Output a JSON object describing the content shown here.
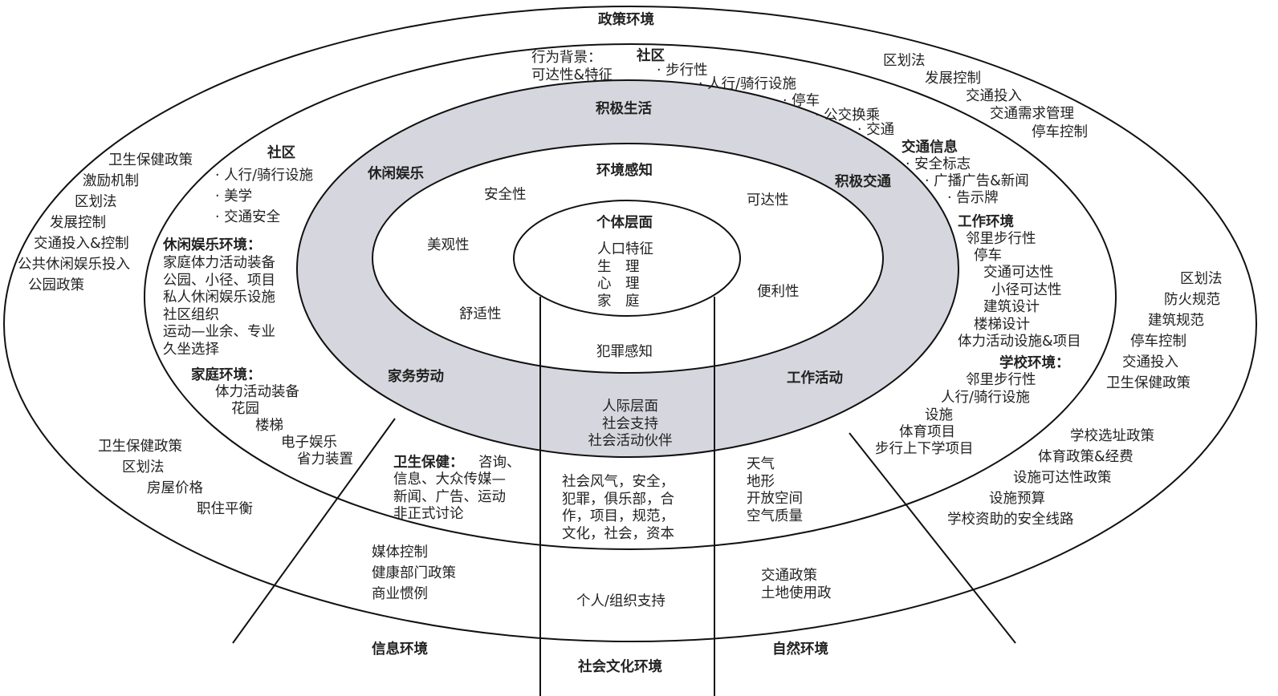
{
  "diagram": {
    "title": "政策环境",
    "colors": {
      "ring_fill": "#d6d6de",
      "line": "#111111"
    },
    "layers": {
      "policy": "政策环境",
      "behavior_settings": "行为背景：可达性&特征",
      "active_living": "积极生活",
      "perception": "环境感知",
      "individual": "个体层面"
    },
    "blocks": {
      "policy_title": [
        "政策环境"
      ],
      "behavior_setting": [
        "行为背景：",
        "可达性&特征"
      ],
      "community_top_title": [
        "社区"
      ],
      "community_top_1": [
        "· 步行性"
      ],
      "community_top_2": [
        "· 人行/骑行设施"
      ],
      "community_top_3": [
        "· 停车"
      ],
      "community_top_4": [
        "· 公交换乘"
      ],
      "community_top_5": [
        "· 交通"
      ],
      "active_living": [
        "积极生活"
      ],
      "policy_right_top_1": [
        "区划法"
      ],
      "policy_right_top_2": [
        "发展控制"
      ],
      "policy_right_top_3": [
        "交通投入"
      ],
      "policy_right_top_4": [
        "交通需求管理"
      ],
      "policy_right_top_5": [
        "停车控制"
      ],
      "traffic_info_title": [
        "交通信息"
      ],
      "traffic_info_1": [
        "· 安全标志"
      ],
      "traffic_info_2": [
        "· 广播广告&新闻"
      ],
      "traffic_info_3": [
        "· 告示牌"
      ],
      "work_env_title": [
        "工作环境"
      ],
      "work_env_1": [
        "邻里步行性"
      ],
      "work_env_2": [
        "停车"
      ],
      "work_env_3": [
        "交通可达性"
      ],
      "work_env_4": [
        "小径可达性"
      ],
      "work_env_5": [
        "建筑设计"
      ],
      "work_env_6": [
        "楼梯设计"
      ],
      "work_env_7": [
        "体力活动设施&项目"
      ],
      "school_env_title": [
        "学校环境："
      ],
      "school_env_1": [
        "邻里步行性"
      ],
      "school_env_2": [
        "人行/骑行设施"
      ],
      "school_env_3": [
        "设施"
      ],
      "school_env_4": [
        "体育项目"
      ],
      "school_env_5": [
        "步行上下学项目"
      ],
      "policy_right_1": [
        "区划法"
      ],
      "policy_right_2": [
        "防火规范"
      ],
      "policy_right_3": [
        "建筑规范"
      ],
      "policy_right_4": [
        "停车控制"
      ],
      "policy_right_5": [
        "交通投入"
      ],
      "policy_right_6": [
        "卫生保健政策"
      ],
      "school_policy_1": [
        "学校选址政策"
      ],
      "school_policy_2": [
        "体育政策&经费"
      ],
      "school_policy_3": [
        "设施可达性政策"
      ],
      "school_policy_4": [
        "设施预算"
      ],
      "school_policy_5": [
        "学校资助的安全线路"
      ],
      "natural_policy": [
        "交通政策",
        "土地使用政"
      ],
      "natural_items": [
        "天气",
        "地形",
        "开放空间",
        "空气质量"
      ],
      "natural_env": [
        "自然环境"
      ],
      "sociocultural_env": [
        "社会文化环境"
      ],
      "org_support": [
        "个人/组织支持"
      ],
      "social_items": [
        "社会风气，安全，",
        "犯罪，俱乐部，合",
        "作，项目，规范，",
        "文化，社会，资本"
      ],
      "interpersonal": [
        "人际层面",
        "社会支持",
        "社会活动伙伴"
      ],
      "crime_perception": [
        "犯罪感知"
      ],
      "work_activity": [
        "工作活动"
      ],
      "household_work": [
        "家务劳动"
      ],
      "comfort": [
        "舒适性"
      ],
      "aesthetics": [
        "美观性"
      ],
      "safety": [
        "安全性"
      ],
      "perception_title": [
        "环境感知"
      ],
      "accessibility": [
        "可达性"
      ],
      "convenience": [
        "便利性"
      ],
      "active_transport": [
        "积极交通"
      ],
      "recreation": [
        "休闲娱乐"
      ],
      "individual_title": [
        "个体层面"
      ],
      "individual_items": [
        "人口特征",
        "生　理",
        "心　理",
        "家　庭"
      ],
      "policy_left_1": [
        "卫生保健政策"
      ],
      "policy_left_2": [
        "激励机制"
      ],
      "policy_left_3": [
        "区划法"
      ],
      "policy_left_4": [
        "发展控制"
      ],
      "policy_left_5": [
        "交通投入&控制"
      ],
      "policy_left_6": [
        "公共休闲娱乐投入"
      ],
      "policy_left_7": [
        "公园政策"
      ],
      "community_left_title": [
        "社区"
      ],
      "community_left_items": [
        "· 人行/骑行设施",
        "· 美学",
        "· 交通安全"
      ],
      "rec_env_title": [
        "休闲娱乐环境："
      ],
      "rec_env_items": [
        "家庭体力活动装备",
        "公园、小径、项目",
        "私人休闲娱乐设施",
        "社区组织",
        "运动—业余、专业",
        "久坐选择"
      ],
      "home_env_title": [
        "家庭环境："
      ],
      "home_env_1": [
        "体力活动装备"
      ],
      "home_env_2": [
        "花园"
      ],
      "home_env_3": [
        "楼梯"
      ],
      "home_env_4": [
        "电子娱乐"
      ],
      "home_env_5": [
        "省力装置"
      ],
      "policy_left_low_1": [
        "卫生保健政策"
      ],
      "policy_left_low_2": [
        "区划法"
      ],
      "policy_left_low_3": [
        "房屋价格"
      ],
      "policy_left_low_4": [
        "职住平衡"
      ],
      "health_title": [
        "卫生保健："
      ],
      "health_first": [
        "咨询、"
      ],
      "health_items": [
        "信息、大众传媒—",
        "新闻、广告、运动",
        "非正式讨论"
      ],
      "info_policy": [
        "媒体控制",
        "健康部门政策",
        "商业惯例"
      ],
      "info_env": [
        "信息环境"
      ]
    }
  }
}
